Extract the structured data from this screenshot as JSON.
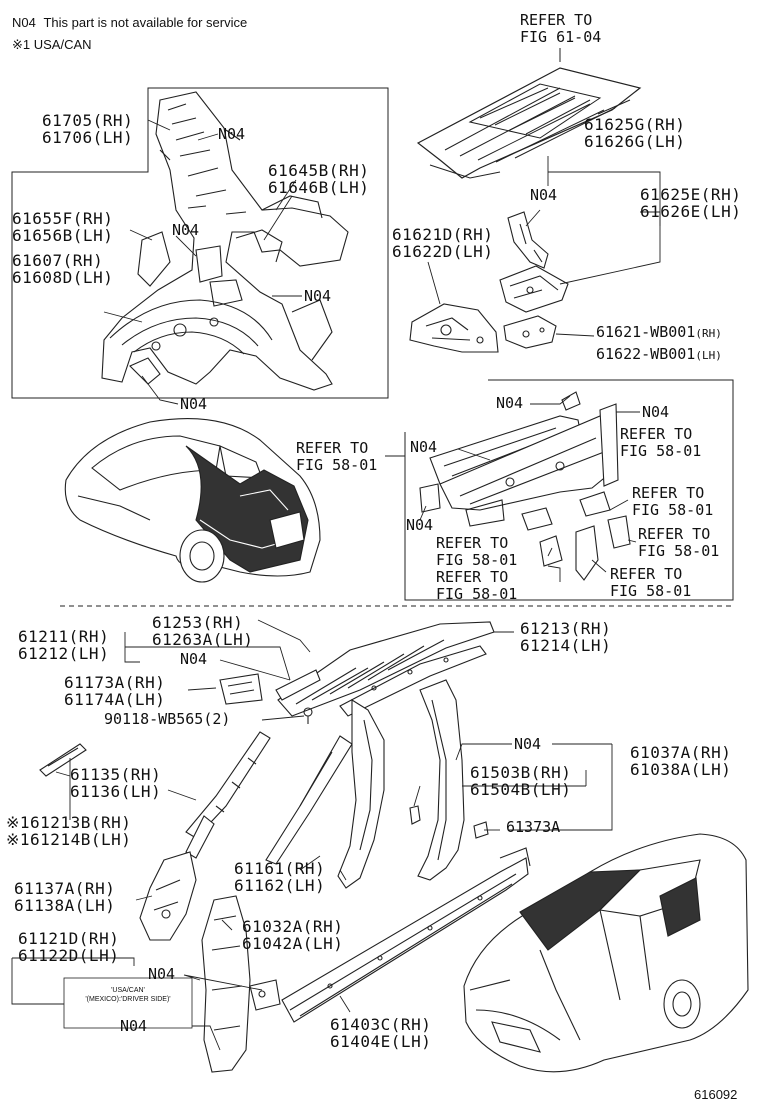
{
  "legend": {
    "n04_code": "N04",
    "n04_text": "This part is not available for service",
    "note1": "※1 USA/CAN"
  },
  "refs": {
    "r61_04": [
      "REFER TO",
      "FIG 61-04"
    ],
    "r58_01": [
      "REFER TO",
      "FIG 58-01"
    ]
  },
  "n04": "N04",
  "parts": {
    "p61705": [
      "61705(RH)",
      "61706(LH)"
    ],
    "p61645": [
      "61645B(RH)",
      "61646B(LH)"
    ],
    "p61655": [
      "61655F(RH)",
      "61656B(LH)"
    ],
    "p61607": [
      "61607(RH)",
      "61608D(LH)"
    ],
    "p61625g": [
      "61625G(RH)",
      "61626G(LH)"
    ],
    "p61625e": [
      "61625E(RH)",
      "61626E(LH)"
    ],
    "p61621d": [
      "61621D(RH)",
      "61622D(LH)"
    ],
    "p61621wb": [
      "61621-WB001",
      "(RH)",
      "61622-WB001",
      "(LH)"
    ],
    "p61211": [
      "61211(RH)",
      "61212(LH)"
    ],
    "p61253": [
      "61253(RH)",
      "61263A(LH)"
    ],
    "p61213": [
      "61213(RH)",
      "61214(LH)"
    ],
    "p61173": [
      "61173A(RH)",
      "61174A(LH)"
    ],
    "p90118": "90118-WB565(2)",
    "p61135": [
      "61135(RH)",
      "61136(LH)"
    ],
    "p161213": [
      "※161213B(RH)",
      "※161214B(LH)"
    ],
    "p61037": [
      "61037A(RH)",
      "61038A(LH)"
    ],
    "p61503": [
      "61503B(RH)",
      "61504B(LH)"
    ],
    "p61373": "61373A",
    "p61137": [
      "61137A(RH)",
      "61138A(LH)"
    ],
    "p61161": [
      "61161(RH)",
      "61162(LH)"
    ],
    "p61032": [
      "61032A(RH)",
      "61042A(LH)"
    ],
    "p61121": [
      "61121D(RH)",
      "61122D(LH)"
    ],
    "p61403": [
      "61403C(RH)",
      "61404E(LH)"
    ]
  },
  "region_note": [
    "'USA/CAN'",
    "'(MEXICO):'DRIVER SIDE)'"
  ],
  "figure_number": "616092"
}
